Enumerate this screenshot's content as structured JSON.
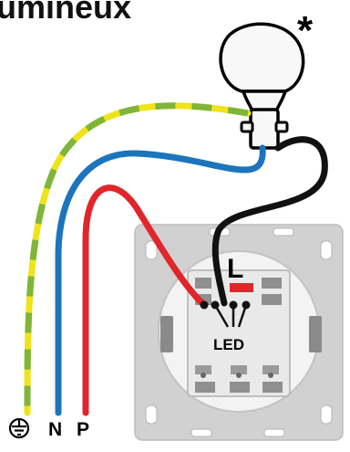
{
  "title": "umineux",
  "lamp_mark": "*",
  "switch_terminal_label": "L",
  "led_label": "LED",
  "supply_labels": {
    "neutral": "N",
    "phase": "P"
  },
  "icons": {
    "earth": "earth-ground-icon",
    "bulb": "light-bulb-icon"
  },
  "colors": {
    "earth_yellow": "#f0e31a",
    "earth_green": "#7fb539",
    "neutral_blue": "#1c75bc",
    "phase_red": "#e0262b",
    "lamp_black": "#111111",
    "switch_gray": "#d1d1d1",
    "terminal_red": "#e0262b"
  }
}
